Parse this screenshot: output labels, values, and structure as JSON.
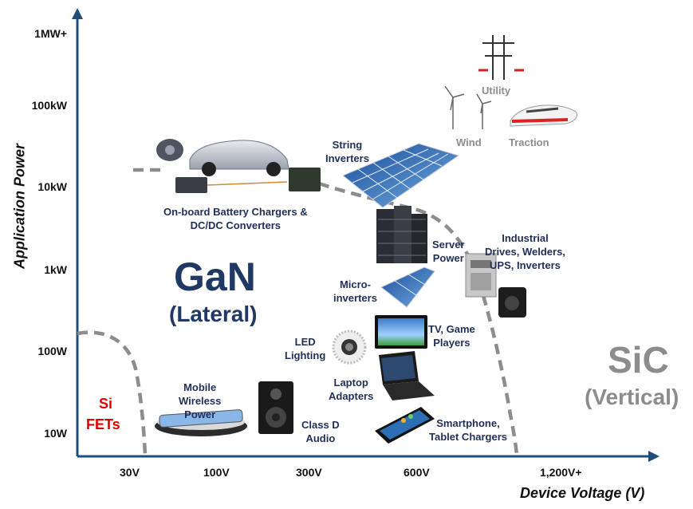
{
  "colors": {
    "axis": "#1f4e79",
    "boundary": "#8c8c8c",
    "gan": "#1f3864",
    "sic": "#8c8c8c",
    "si": "#e00000"
  },
  "chart_data": {
    "type": "scatter",
    "xlabel": "Device Voltage (V)",
    "ylabel": "Application Power",
    "x_ticks": [
      "30V",
      "100V",
      "300V",
      "600V",
      "1,200V+"
    ],
    "y_ticks": [
      "10W",
      "100W",
      "1kW",
      "10kW",
      "100kW",
      "1MW+"
    ],
    "regions": {
      "gan_title": "GaN",
      "gan_subtitle": "(Lateral)",
      "sic_title": "SiC",
      "sic_subtitle": "(Vertical)",
      "si_line1": "Si",
      "si_line2": "FETs"
    },
    "applications": [
      {
        "label": "On-board Battery Chargers &\nDC/DC Converters",
        "icon": "car-charger-icon"
      },
      {
        "label": "String\nInverters",
        "icon": "solar-panel-icon"
      },
      {
        "label": "Server\nPower",
        "icon": "server-icon"
      },
      {
        "label": "Micro-\ninverters",
        "icon": "micro-inverter-icon"
      },
      {
        "label": "Industrial\nDrives, Welders,\nUPS, Inverters",
        "icon": "industrial-drive-icon"
      },
      {
        "label": "TV, Game\nPlayers",
        "icon": "tv-icon"
      },
      {
        "label": "LED\nLighting",
        "icon": "led-icon"
      },
      {
        "label": "Laptop\nAdapters",
        "icon": "laptop-icon"
      },
      {
        "label": "Mobile\nWireless\nPower",
        "icon": "wireless-pad-icon"
      },
      {
        "label": "Class D\nAudio",
        "icon": "speaker-icon"
      },
      {
        "label": "Smartphone,\nTablet Chargers",
        "icon": "smartphone-icon"
      },
      {
        "label": "Utility",
        "icon": "utility-tower-icon"
      },
      {
        "label": "Wind",
        "icon": "wind-turbine-icon"
      },
      {
        "label": "Traction",
        "icon": "train-icon"
      }
    ]
  }
}
